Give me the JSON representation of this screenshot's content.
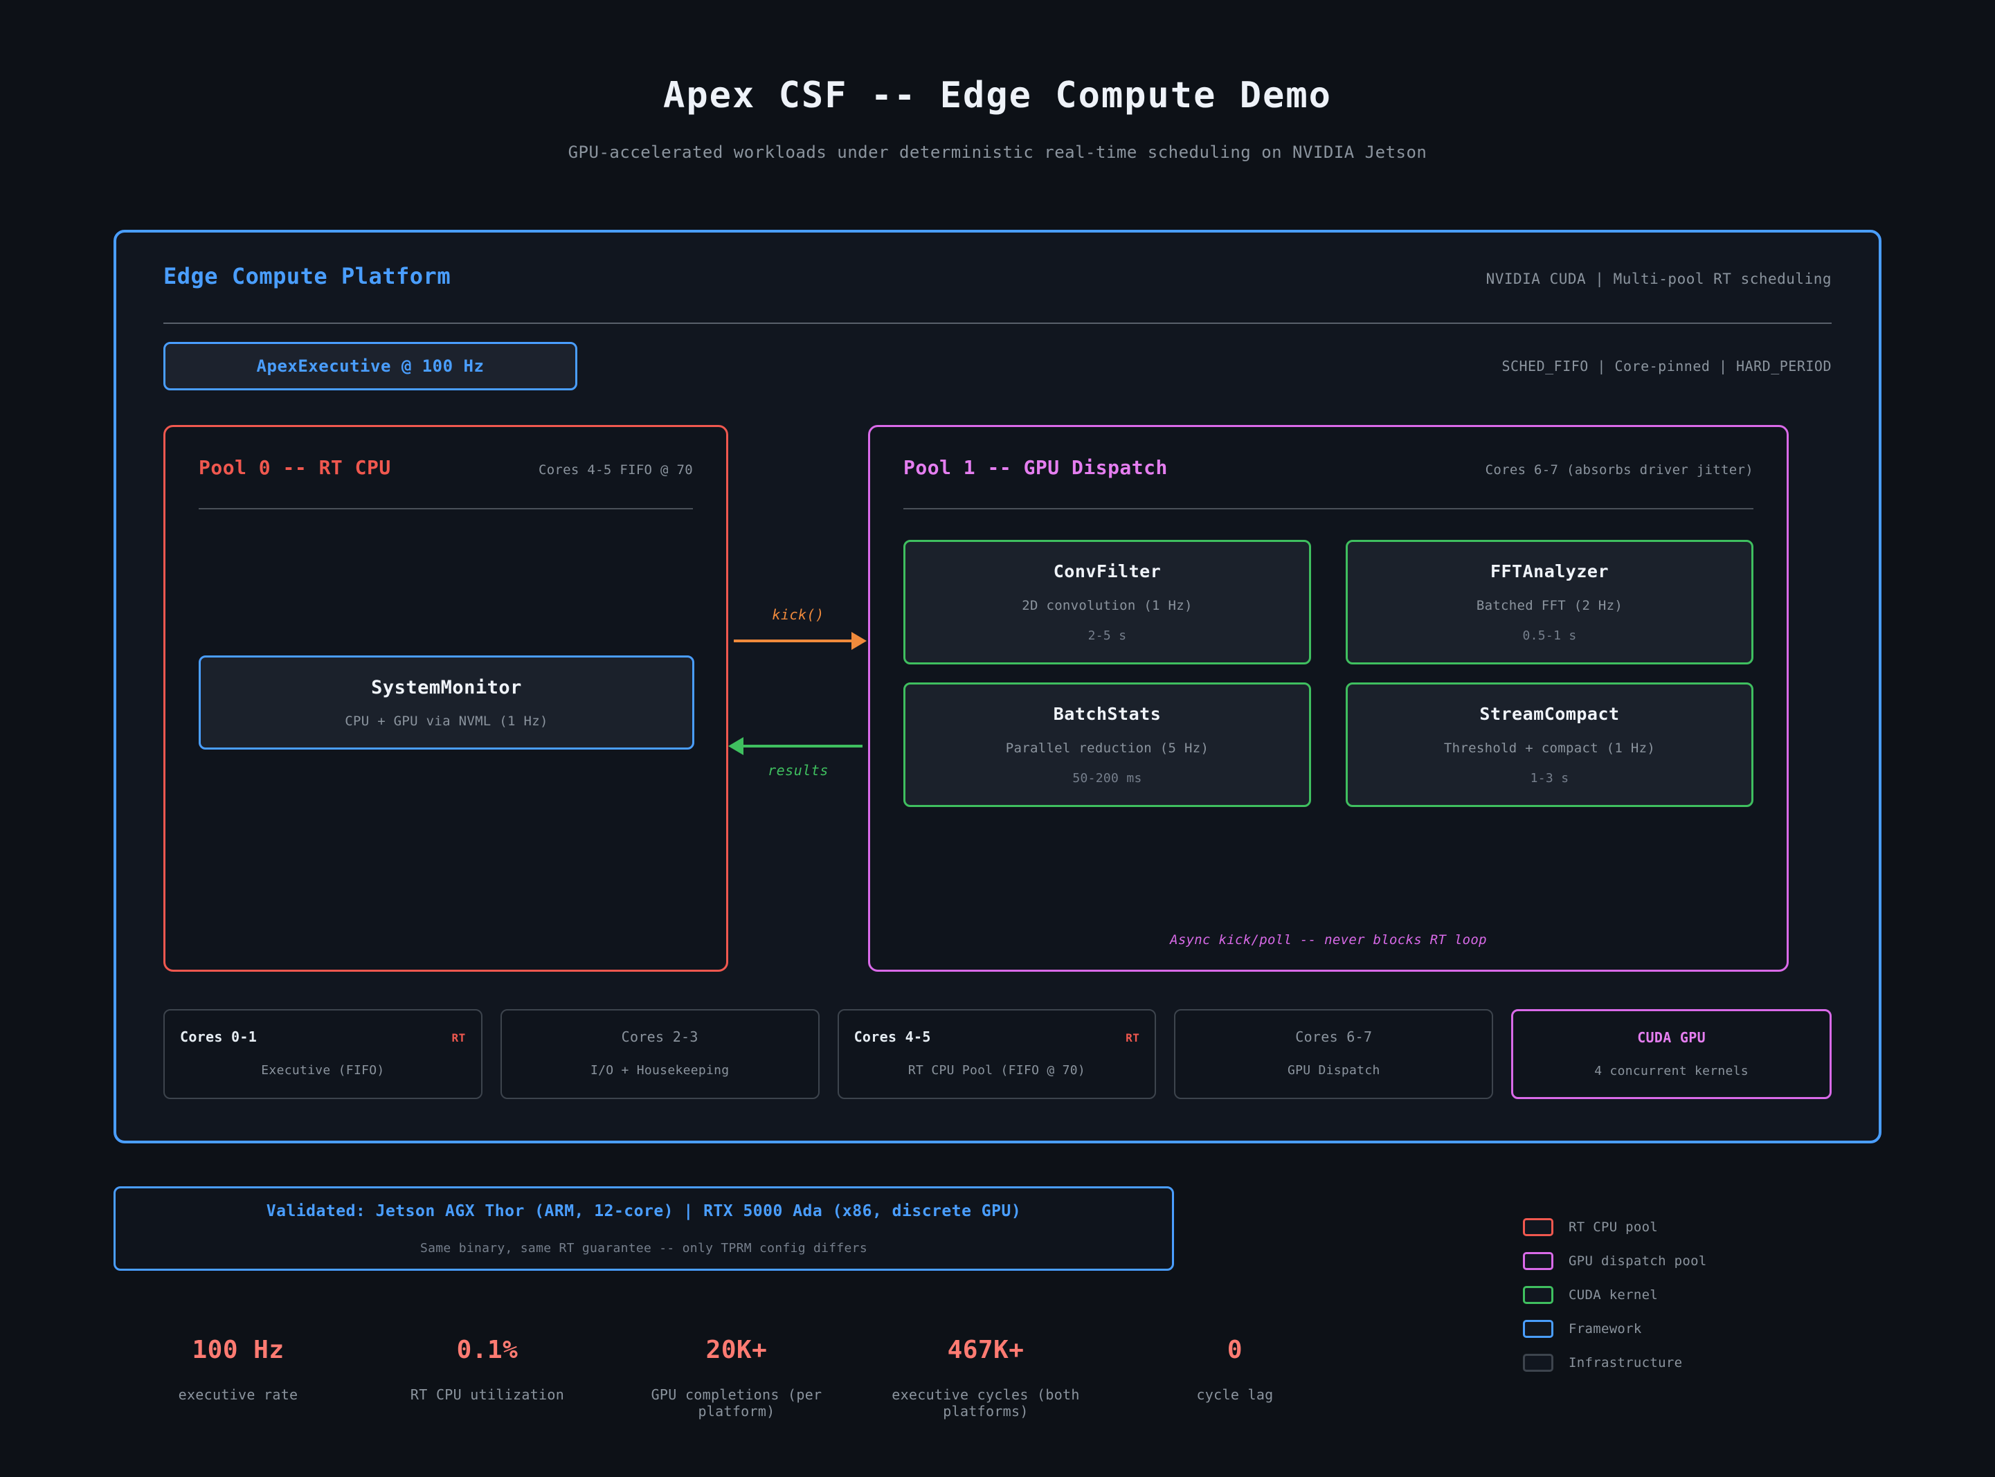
{
  "header": {
    "title": "Apex CSF  --  Edge Compute Demo",
    "subtitle": "GPU-accelerated workloads under deterministic real-time scheduling on NVIDIA Jetson"
  },
  "platform": {
    "title": "Edge Compute Platform",
    "meta": "NVIDIA CUDA  |  Multi-pool RT scheduling",
    "executive_badge": "ApexExecutive @ 100 Hz",
    "sched_meta": "SCHED_FIFO | Core-pinned | HARD_PERIOD"
  },
  "pool_cpu": {
    "title": "Pool 0 -- RT CPU",
    "meta": "Cores 4-5  FIFO @ 70",
    "task": {
      "name": "SystemMonitor",
      "desc": "CPU + GPU via NVML  (1 Hz)"
    }
  },
  "arrows": {
    "kick_label": "kick()",
    "results_label": "results"
  },
  "pool_gpu": {
    "title": "Pool 1 -- GPU Dispatch",
    "meta": "Cores 6-7  (absorbs driver jitter)",
    "async_note": "Async kick/poll -- never blocks RT loop",
    "kernels": [
      {
        "name": "ConvFilter",
        "desc": "2D convolution  (1 Hz)",
        "latency": "2-5 s"
      },
      {
        "name": "FFTAnalyzer",
        "desc": "Batched FFT  (2 Hz)",
        "latency": "0.5-1 s"
      },
      {
        "name": "BatchStats",
        "desc": "Parallel reduction  (5 Hz)",
        "latency": "50-200 ms"
      },
      {
        "name": "StreamCompact",
        "desc": "Threshold + compact  (1 Hz)",
        "latency": "1-3 s"
      }
    ]
  },
  "cores": [
    {
      "label": "Cores 0-1",
      "badge": "RT",
      "desc": "Executive  (FIFO)",
      "style": "rt"
    },
    {
      "label": "Cores 2-3",
      "badge": "",
      "desc": "I/O + Housekeeping",
      "style": "plain"
    },
    {
      "label": "Cores 4-5",
      "badge": "RT",
      "desc": "RT CPU Pool  (FIFO @ 70)",
      "style": "rt"
    },
    {
      "label": "Cores 6-7",
      "badge": "",
      "desc": "GPU Dispatch",
      "style": "plain"
    },
    {
      "label": "CUDA GPU",
      "badge": "",
      "desc": "4 concurrent kernels",
      "style": "gpu"
    }
  ],
  "validated": {
    "main": "Validated:  Jetson AGX Thor (ARM, 12-core)  |  RTX 5000 Ada (x86, discrete GPU)",
    "sub": "Same binary, same RT guarantee -- only TPRM config differs"
  },
  "legend": [
    {
      "label": "RT CPU pool",
      "color": "#f0584f"
    },
    {
      "label": "GPU dispatch pool",
      "color": "#d96ae8"
    },
    {
      "label": "CUDA kernel",
      "color": "#3fbf5f"
    },
    {
      "label": "Framework",
      "color": "#4a9eff"
    },
    {
      "label": "Infrastructure",
      "color": "#3d444d"
    }
  ],
  "stats": [
    {
      "value": "100 Hz",
      "label": "executive rate"
    },
    {
      "value": "0.1%",
      "label": "RT CPU utilization"
    },
    {
      "value": "20K+",
      "label": "GPU completions (per platform)"
    },
    {
      "value": "467K+",
      "label": "executive cycles (both platforms)"
    },
    {
      "value": "0",
      "label": "cycle lag"
    }
  ],
  "colors": {
    "accent_framework": "#4a9eff",
    "accent_rt_cpu": "#f0584f",
    "accent_gpu_pool": "#d96ae8",
    "accent_kernel": "#3fbf5f",
    "accent_stat": "#ff7b72",
    "background": "#0d1117"
  }
}
